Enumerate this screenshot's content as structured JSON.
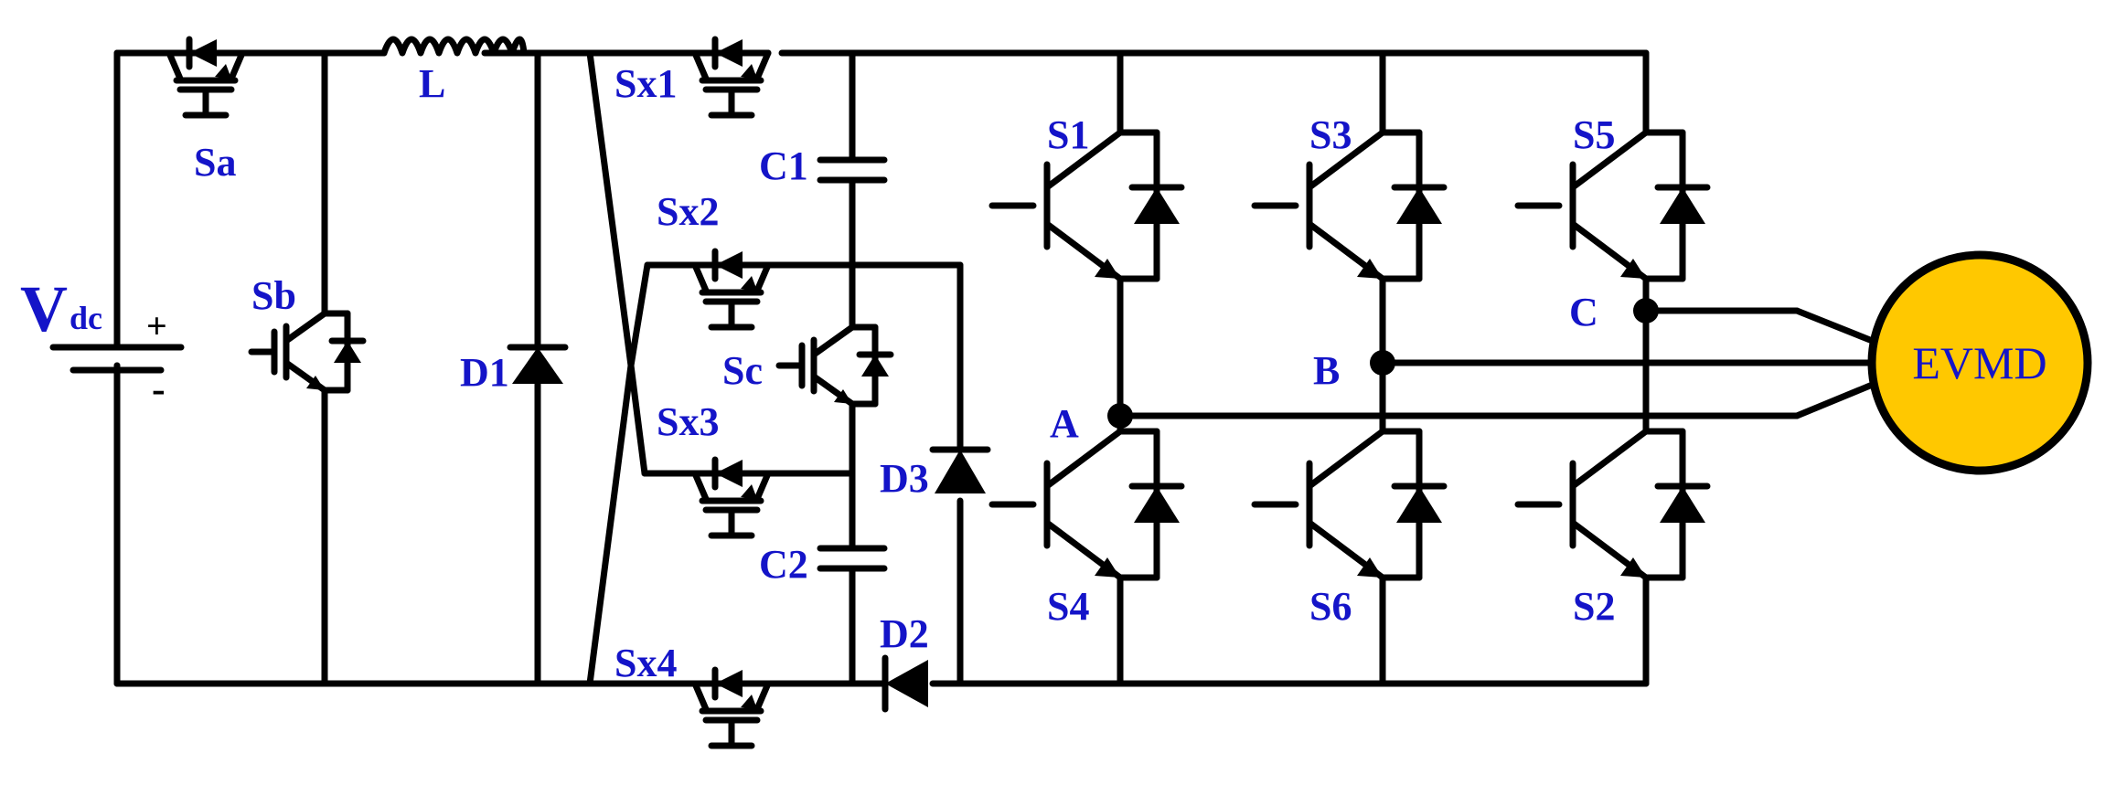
{
  "colors": {
    "wire": "#000000",
    "label": "#1414c8",
    "motor_fill": "#ffc800",
    "background": "#ffffff"
  },
  "labels": {
    "vdc_main": "V",
    "vdc_sub": "dc",
    "plus": "+",
    "minus": "-",
    "Sa": "Sa",
    "Sb": "Sb",
    "L": "L",
    "D1": "D1",
    "Sx1": "Sx1",
    "Sx2": "Sx2",
    "Sx3": "Sx3",
    "Sx4": "Sx4",
    "Sc": "Sc",
    "C1": "C1",
    "C2": "C2",
    "D3": "D3",
    "D2": "D2",
    "S1": "S1",
    "S3": "S3",
    "S5": "S5",
    "S4": "S4",
    "S6": "S6",
    "S2": "S2",
    "A": "A",
    "B": "B",
    "C": "C",
    "motor": "EVMD"
  }
}
